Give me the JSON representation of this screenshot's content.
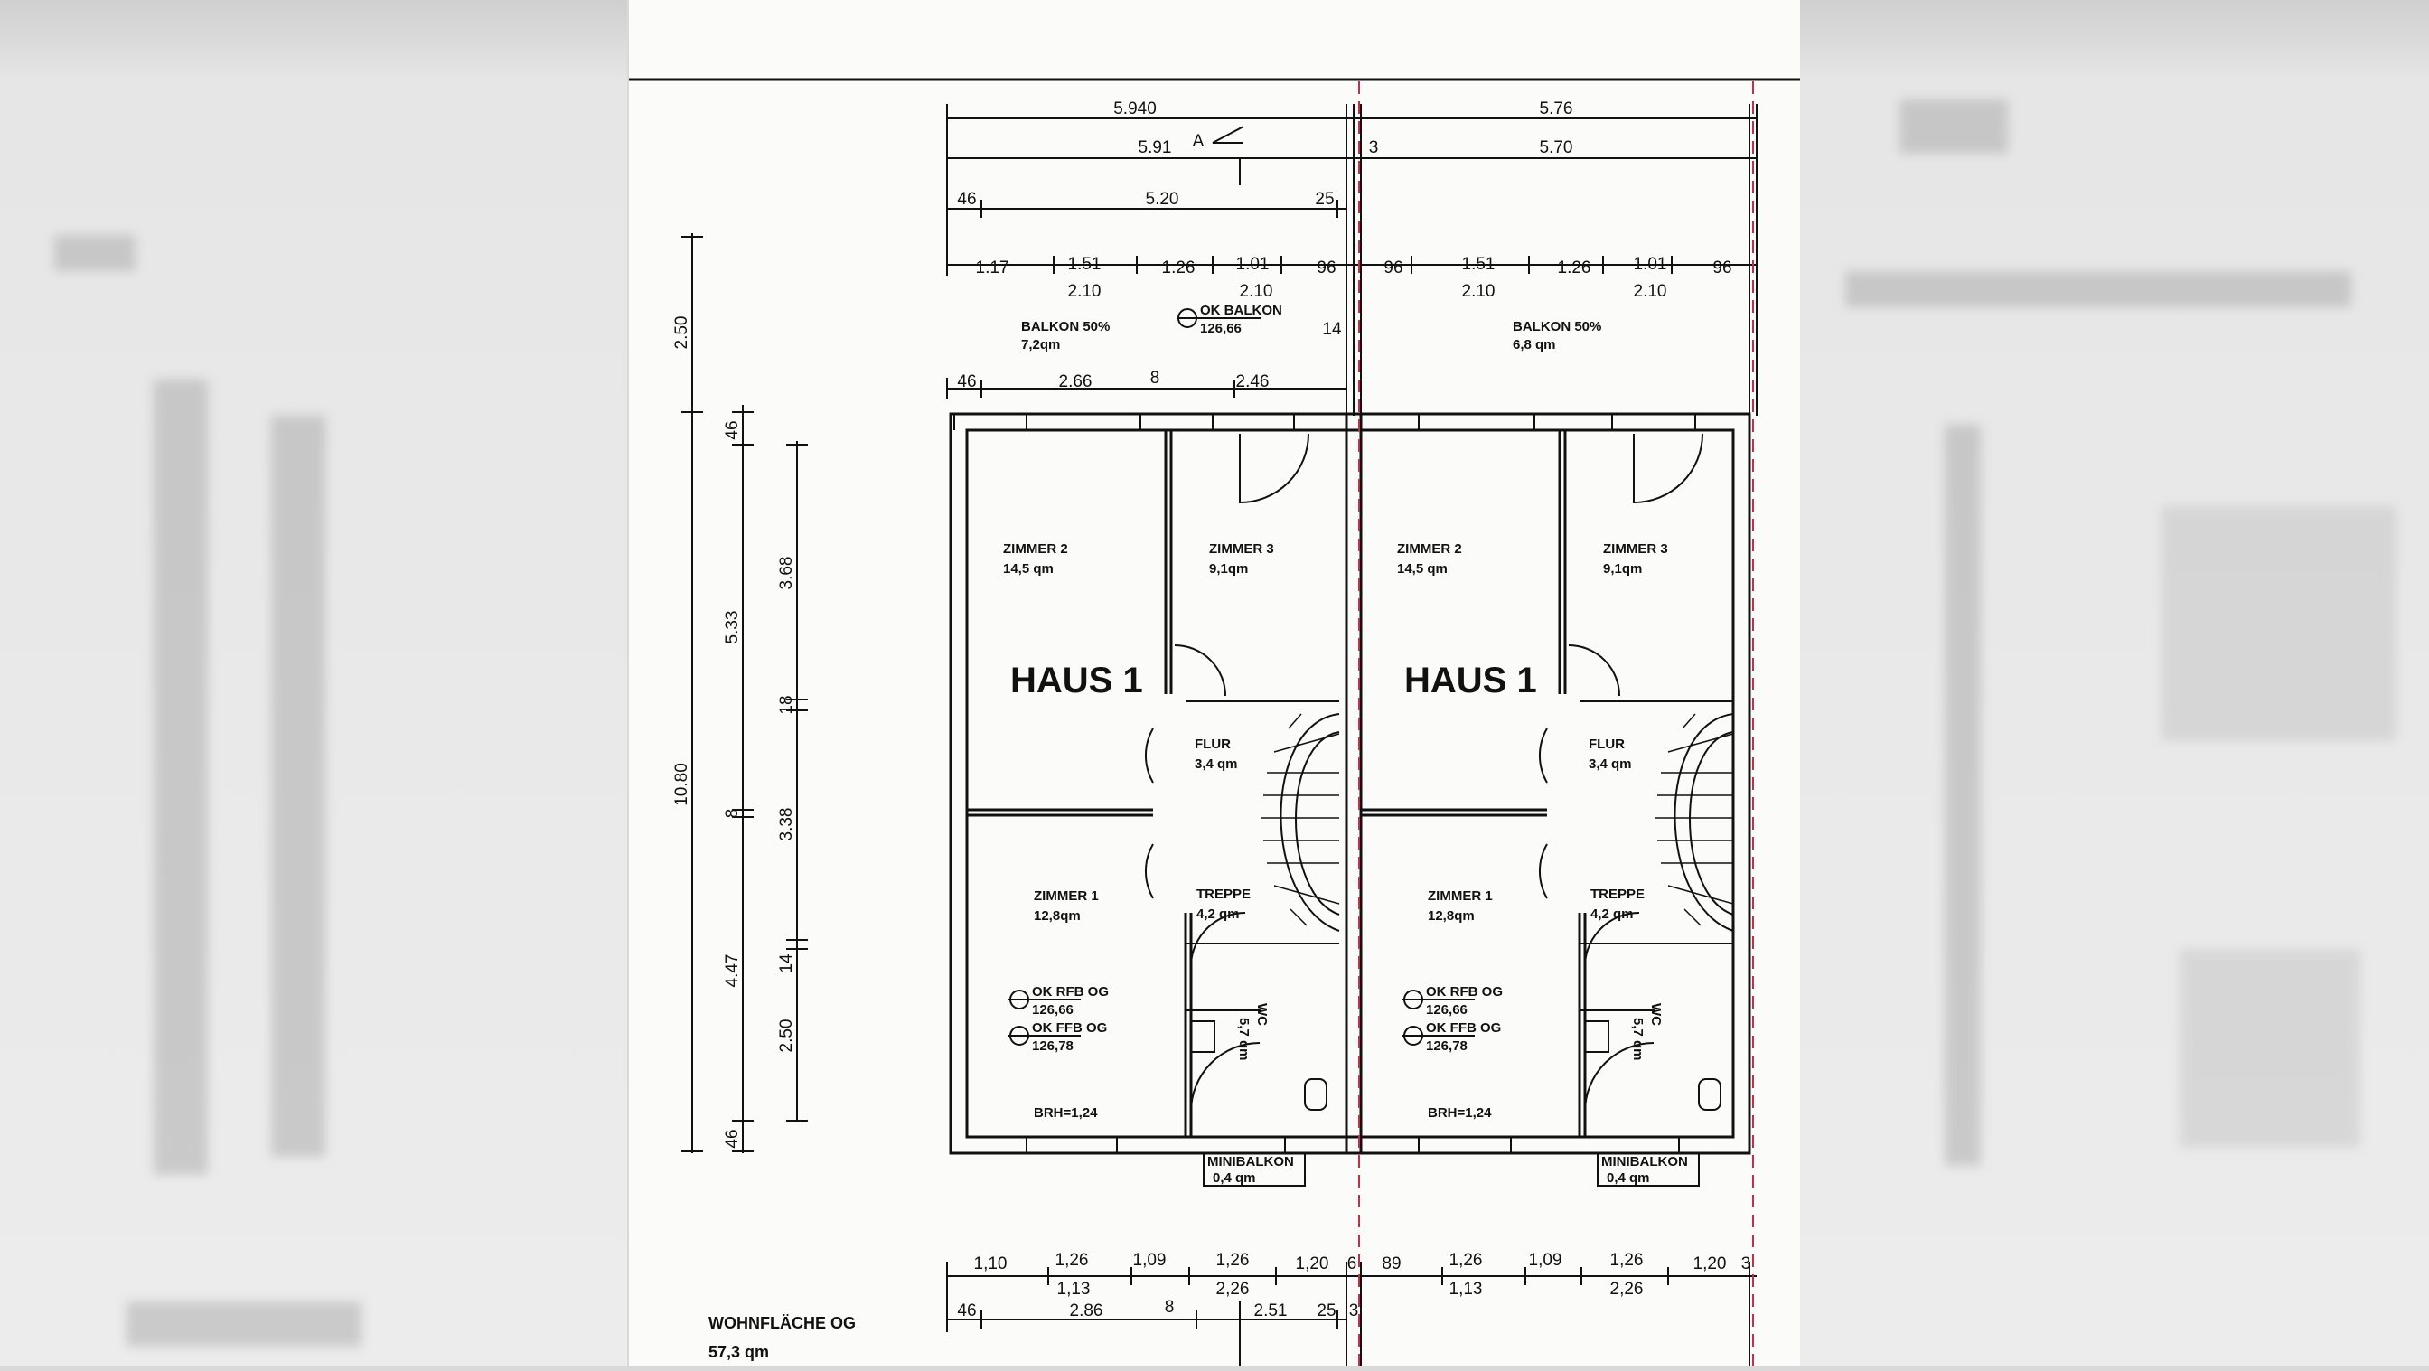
{
  "plan": {
    "top_dims_row1": [
      "5.940",
      "5.76"
    ],
    "top_dims_row2": [
      "5.91",
      "A",
      "3",
      "5.70"
    ],
    "top_dims_row3": [
      "46",
      "5.20",
      "25"
    ],
    "top_dims_row4_left": [
      "1.17",
      "1.51",
      "1.26",
      "1.01",
      "96"
    ],
    "top_dims_row4_right": [
      "96",
      "1.51",
      "1.26",
      "1.01",
      "96"
    ],
    "top_dims_row5": [
      "2.10",
      "2.10",
      "2.10",
      "2.10"
    ],
    "balcony_row": [
      "46",
      "2.66",
      "8",
      "2.46"
    ],
    "balcony_left": {
      "label": "BALKON 50%",
      "area": "7,2qm"
    },
    "balcony_right": {
      "label": "BALKON 50%",
      "area": "6,8 qm"
    },
    "ok_balkon": {
      "label": "OK BALKON",
      "value": "126,66"
    },
    "balcony_side": "14",
    "left_dims_outer": [
      "2.50",
      "10.80"
    ],
    "left_dims_mid": [
      "46",
      "5.33",
      "8",
      "4.47",
      "46"
    ],
    "left_dims_inner": [
      "3.68",
      "18",
      "3.38",
      "14",
      "2.50"
    ],
    "rooms": {
      "zimmer2": {
        "label": "ZIMMER 2",
        "area": "14,5 qm"
      },
      "zimmer3": {
        "label": "ZIMMER 3",
        "area": "9,1qm"
      },
      "zimmer1": {
        "label": "ZIMMER 1",
        "area": "12,8qm"
      },
      "flur": {
        "label": "FLUR",
        "area": "3,4 qm"
      },
      "treppe": {
        "label": "TREPPE",
        "area": "4,2 qm"
      },
      "wc": {
        "label": "WC",
        "area": "5,7 qm"
      },
      "minibalkon": {
        "label": "MINIBALKON",
        "area": "0,4 qm"
      }
    },
    "house_label": "HAUS 1",
    "ok_rfb": {
      "label": "OK RFB OG",
      "value": "126,66"
    },
    "ok_ffb": {
      "label": "OK FFB OG",
      "value": "126,78"
    },
    "brh": "BRH=1,24",
    "bottom_row1_left": [
      "1,10",
      "1,26",
      "1,09",
      "1,26",
      "1,20",
      "6"
    ],
    "bottom_row1_right": [
      "89",
      "1,26",
      "1,09",
      "1,26",
      "1,20",
      "3"
    ],
    "bottom_row2": [
      "1,13",
      "2,26",
      "1,13",
      "2,26"
    ],
    "bottom_row3": [
      "46",
      "2.86",
      "8",
      "2.51",
      "25",
      "3"
    ],
    "wohnflaeche": {
      "label": "WOHNFLÄCHE OG",
      "value": "57,3 qm"
    }
  }
}
